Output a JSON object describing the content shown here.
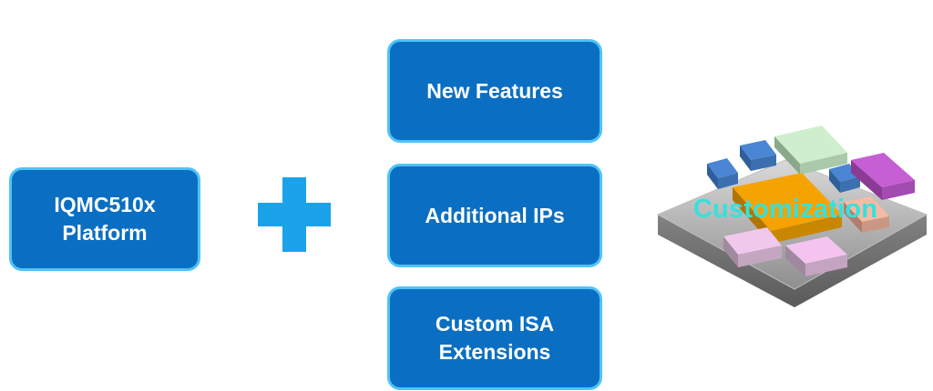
{
  "platform": {
    "text": "IQMC510x\nPlatform"
  },
  "features": [
    {
      "text": "New Features"
    },
    {
      "text": "Additional IPs"
    },
    {
      "text": "Custom ISA\nExtensions"
    }
  ],
  "chip": {
    "label": "Customization"
  },
  "colors": {
    "box_fill": "#0a6fc2",
    "box_border": "#4fc3f7",
    "plus": "#1aa3e8",
    "chip_label": "#38e0dc",
    "core": "#f5a300"
  },
  "icons": [
    "plus-icon",
    "chip-illustration"
  ]
}
